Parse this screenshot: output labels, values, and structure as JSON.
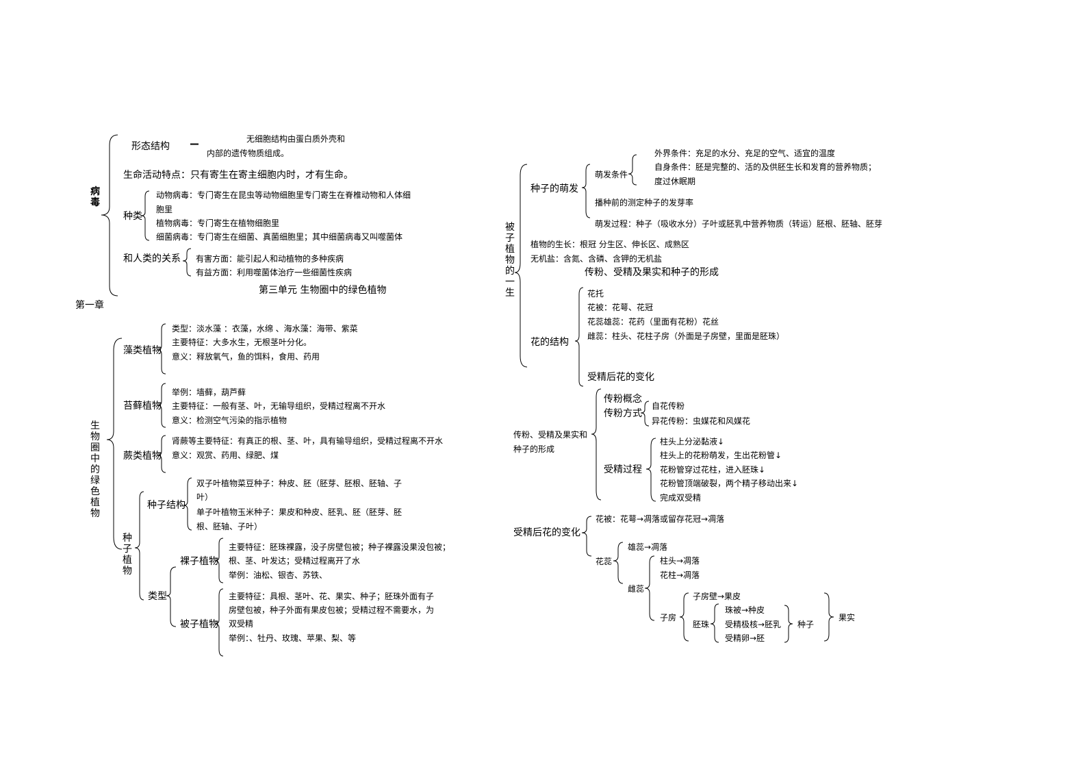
{
  "unit_title": "第三单元  生物圈中的绿色植物",
  "chapter": "第一章",
  "virus": {
    "title": "病毒",
    "morphology_label": "形态结构",
    "morphology_dash": "一",
    "morphology_text_1": "无细胞结构由蛋白质外壳和",
    "morphology_text_2": "内部的遗传物质组成。",
    "life_activity": "生命活动特点：只有寄生在寄主细胞内时，才有生命。",
    "types_label": "种类",
    "animal_virus_1": "动物病毒：专门寄生在昆虫等动物细胞里专门寄生在脊椎动物和人体细",
    "animal_virus_2": "胞里",
    "plant_virus": "植物病毒：专门寄生在植物细胞里",
    "bacteriophage": "细菌病毒：专门寄生在细菌、真菌细胞里；其中细菌病毒又叫噬菌体",
    "relation_label": "和人类的关系",
    "harmful": "有害方面：能引起人和动植物的多种疾病",
    "beneficial": "有益方面：利用噬菌体治疗一些细菌性疾病"
  },
  "green_plants": {
    "title": "生物圈中的绿色植物",
    "algae": {
      "label": "藻类植物",
      "types": "类型：淡水藻 ：衣藻，水绵 、海水藻：海带、紫菜",
      "feature": "主要特征：大多水生，无根茎叶分化。",
      "meaning": "意义：释放氧气，鱼的饵料，食用、药用"
    },
    "moss": {
      "label": "苔藓植物",
      "example": "举例：墙藓，葫芦藓",
      "feature": "主要特征：一般有茎、叶，无输导组织，受精过程离不开水",
      "meaning": "意义：检测空气污染的指示植物"
    },
    "fern": {
      "label": "蕨类植物",
      "feature": "肾蕨等主要特征：有真正的根、茎、叶，具有输导组织，受精过程离不开水",
      "meaning": "意义：观赏、药用、绿肥、煤"
    },
    "seed_plants": {
      "label": "种子植物",
      "seed_structure_label": "种子结构",
      "dicot_1": "双子叶植物菜豆种子：种皮、胚（胚芽、胚根、胚轴、子",
      "dicot_2": "叶）",
      "monocot_1": "单子叶植物玉米种子：果皮和种皮、胚乳、胚（胚芽、胚",
      "monocot_2": "根、胚轴、子叶）",
      "types_label": "类型",
      "gymnosperm_label": "裸子植物",
      "gym_feature_1": "主要特征：胚珠裸露，没子房壁包被；种子裸露没果没包被；",
      "gym_feature_2": "根、茎、叶发达；受精过程离开了水",
      "gym_example": "举例：油松、银杏、苏铁、",
      "angiosperm_label": "被子植物",
      "ang_feature_1": "主要特征：具根、茎叶、花、果实、种子；胚珠外面有子",
      "ang_feature_2": "房壁包被，种子外面有果皮包被；受精过程不需要水，为",
      "ang_feature_3": "双受精",
      "ang_example": "举例：、牡丹、玫瑰、苹果、梨、等"
    }
  },
  "angiosperm_life": {
    "title": "被子植物的一生",
    "germination_label": "种子的萌发",
    "conditions_label": "萌发条件",
    "external": "外界条件：充足的水分、充足的空气、适宜的温度",
    "internal": "自身条件：胚是完整的、活的及供胚生长和发育的营养物质；",
    "dormancy": "度过休眠期",
    "germination_rate": "播种前的测定种子的发芽率",
    "germination_process": "萌发过程：种子（吸收水分）子叶或胚乳中营养物质（转运）胚根、胚轴、胚芽",
    "growth": "植物的生长：根冠  分生区、伸长区、成熟区",
    "minerals": "无机盐：含氮、含磷、含钾的无机盐",
    "pollination_heading": "传粉、受精及果实和种子的形成",
    "flower_structure_label": "花的结构",
    "receptacle": "花托",
    "perianth": "花被：花萼、花冠",
    "stamen": "花蕊雄蕊：花药（里面有花粉）花丝",
    "pistil": "雌蕊：柱头、花柱子房（外面是子房壁，里面是胚珠）",
    "after_fertilization": "受精后花的变化"
  },
  "pollination": {
    "title_1": "传粉、受精及果实和",
    "title_2": "种子的形成",
    "concept": "传粉概念",
    "method": "传粉方式",
    "self": "自花传粉",
    "cross": "异花传粉：虫媒花和风媒花",
    "fert_label": "受精过程",
    "steps": [
      "柱头上分泌黏液↓",
      "柱头上的花粉萌发，生出花粉管↓",
      "花粉管穿过花柱，进入胚珠↓",
      "花粉管顶端破裂，两个精子移动出来↓",
      "完成双受精"
    ]
  },
  "flower_changes": {
    "title": "受精后花的变化",
    "perianth": "花被：花萼→凋落或留存花冠→凋落",
    "stamen_pistil": "花蕊",
    "male": "雄蕊→凋落",
    "female": "雌蕊",
    "stigma": "柱头→凋落",
    "style": "花柱→凋落",
    "ovary": "子房",
    "ovary_wall": "子房壁→果皮",
    "ovule": "胚珠",
    "integument": "珠被→种皮",
    "polar": "受精极核→胚乳",
    "egg": "受精卵→胚",
    "seed": "种子",
    "fruit": "果实"
  }
}
